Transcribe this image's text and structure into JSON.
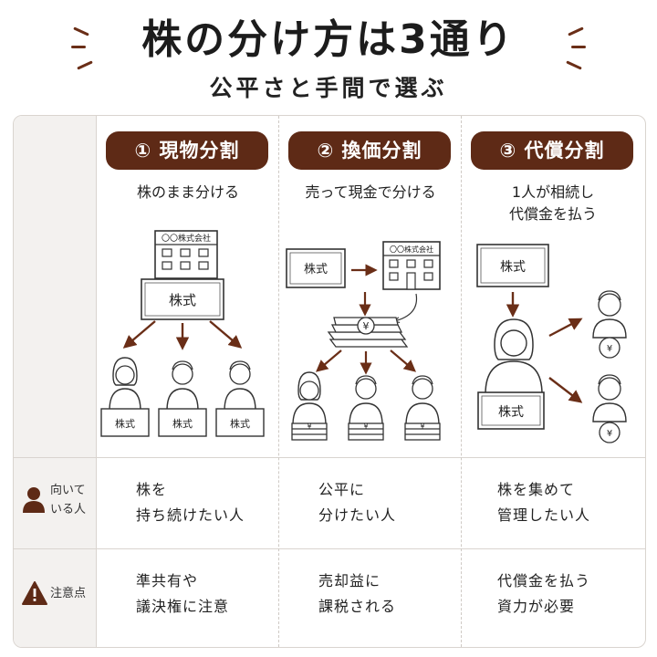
{
  "header": {
    "title": "株の分け方は3通り",
    "subtitle": "公平さと手間で選ぶ"
  },
  "columns": [
    {
      "badge": "① 現物分割",
      "description": "株のまま分ける",
      "company_label": "〇〇株式会社",
      "stock_label": "株式",
      "heir_stock_label": "株式",
      "suited": "株を\n持ち続けたい人",
      "caution": "準共有や\n議決権に注意"
    },
    {
      "badge": "② 換価分割",
      "description": "売って現金で分ける",
      "company_label": "〇〇株式会社",
      "stock_label": "株式",
      "currency_symbol": "¥",
      "suited": "公平に\n分けたい人",
      "caution": "売却益に\n課税される"
    },
    {
      "badge": "③ 代償分割",
      "description": "1人が相続し\n代償金を払う",
      "stock_label": "株式",
      "holder_stock_label": "株式",
      "currency_symbol": "¥",
      "suited": "株を集めて\n管理したい人",
      "caution": "代償金を払う\n資力が必要"
    }
  ],
  "rows": {
    "suited_label": "向いて\nいる人",
    "caution_label": "注意点"
  },
  "colors": {
    "accent": "#5e2a16",
    "arrow": "#6a2e17",
    "panel_border": "#d9d4cf",
    "row_header_bg": "#f3f1ef"
  }
}
